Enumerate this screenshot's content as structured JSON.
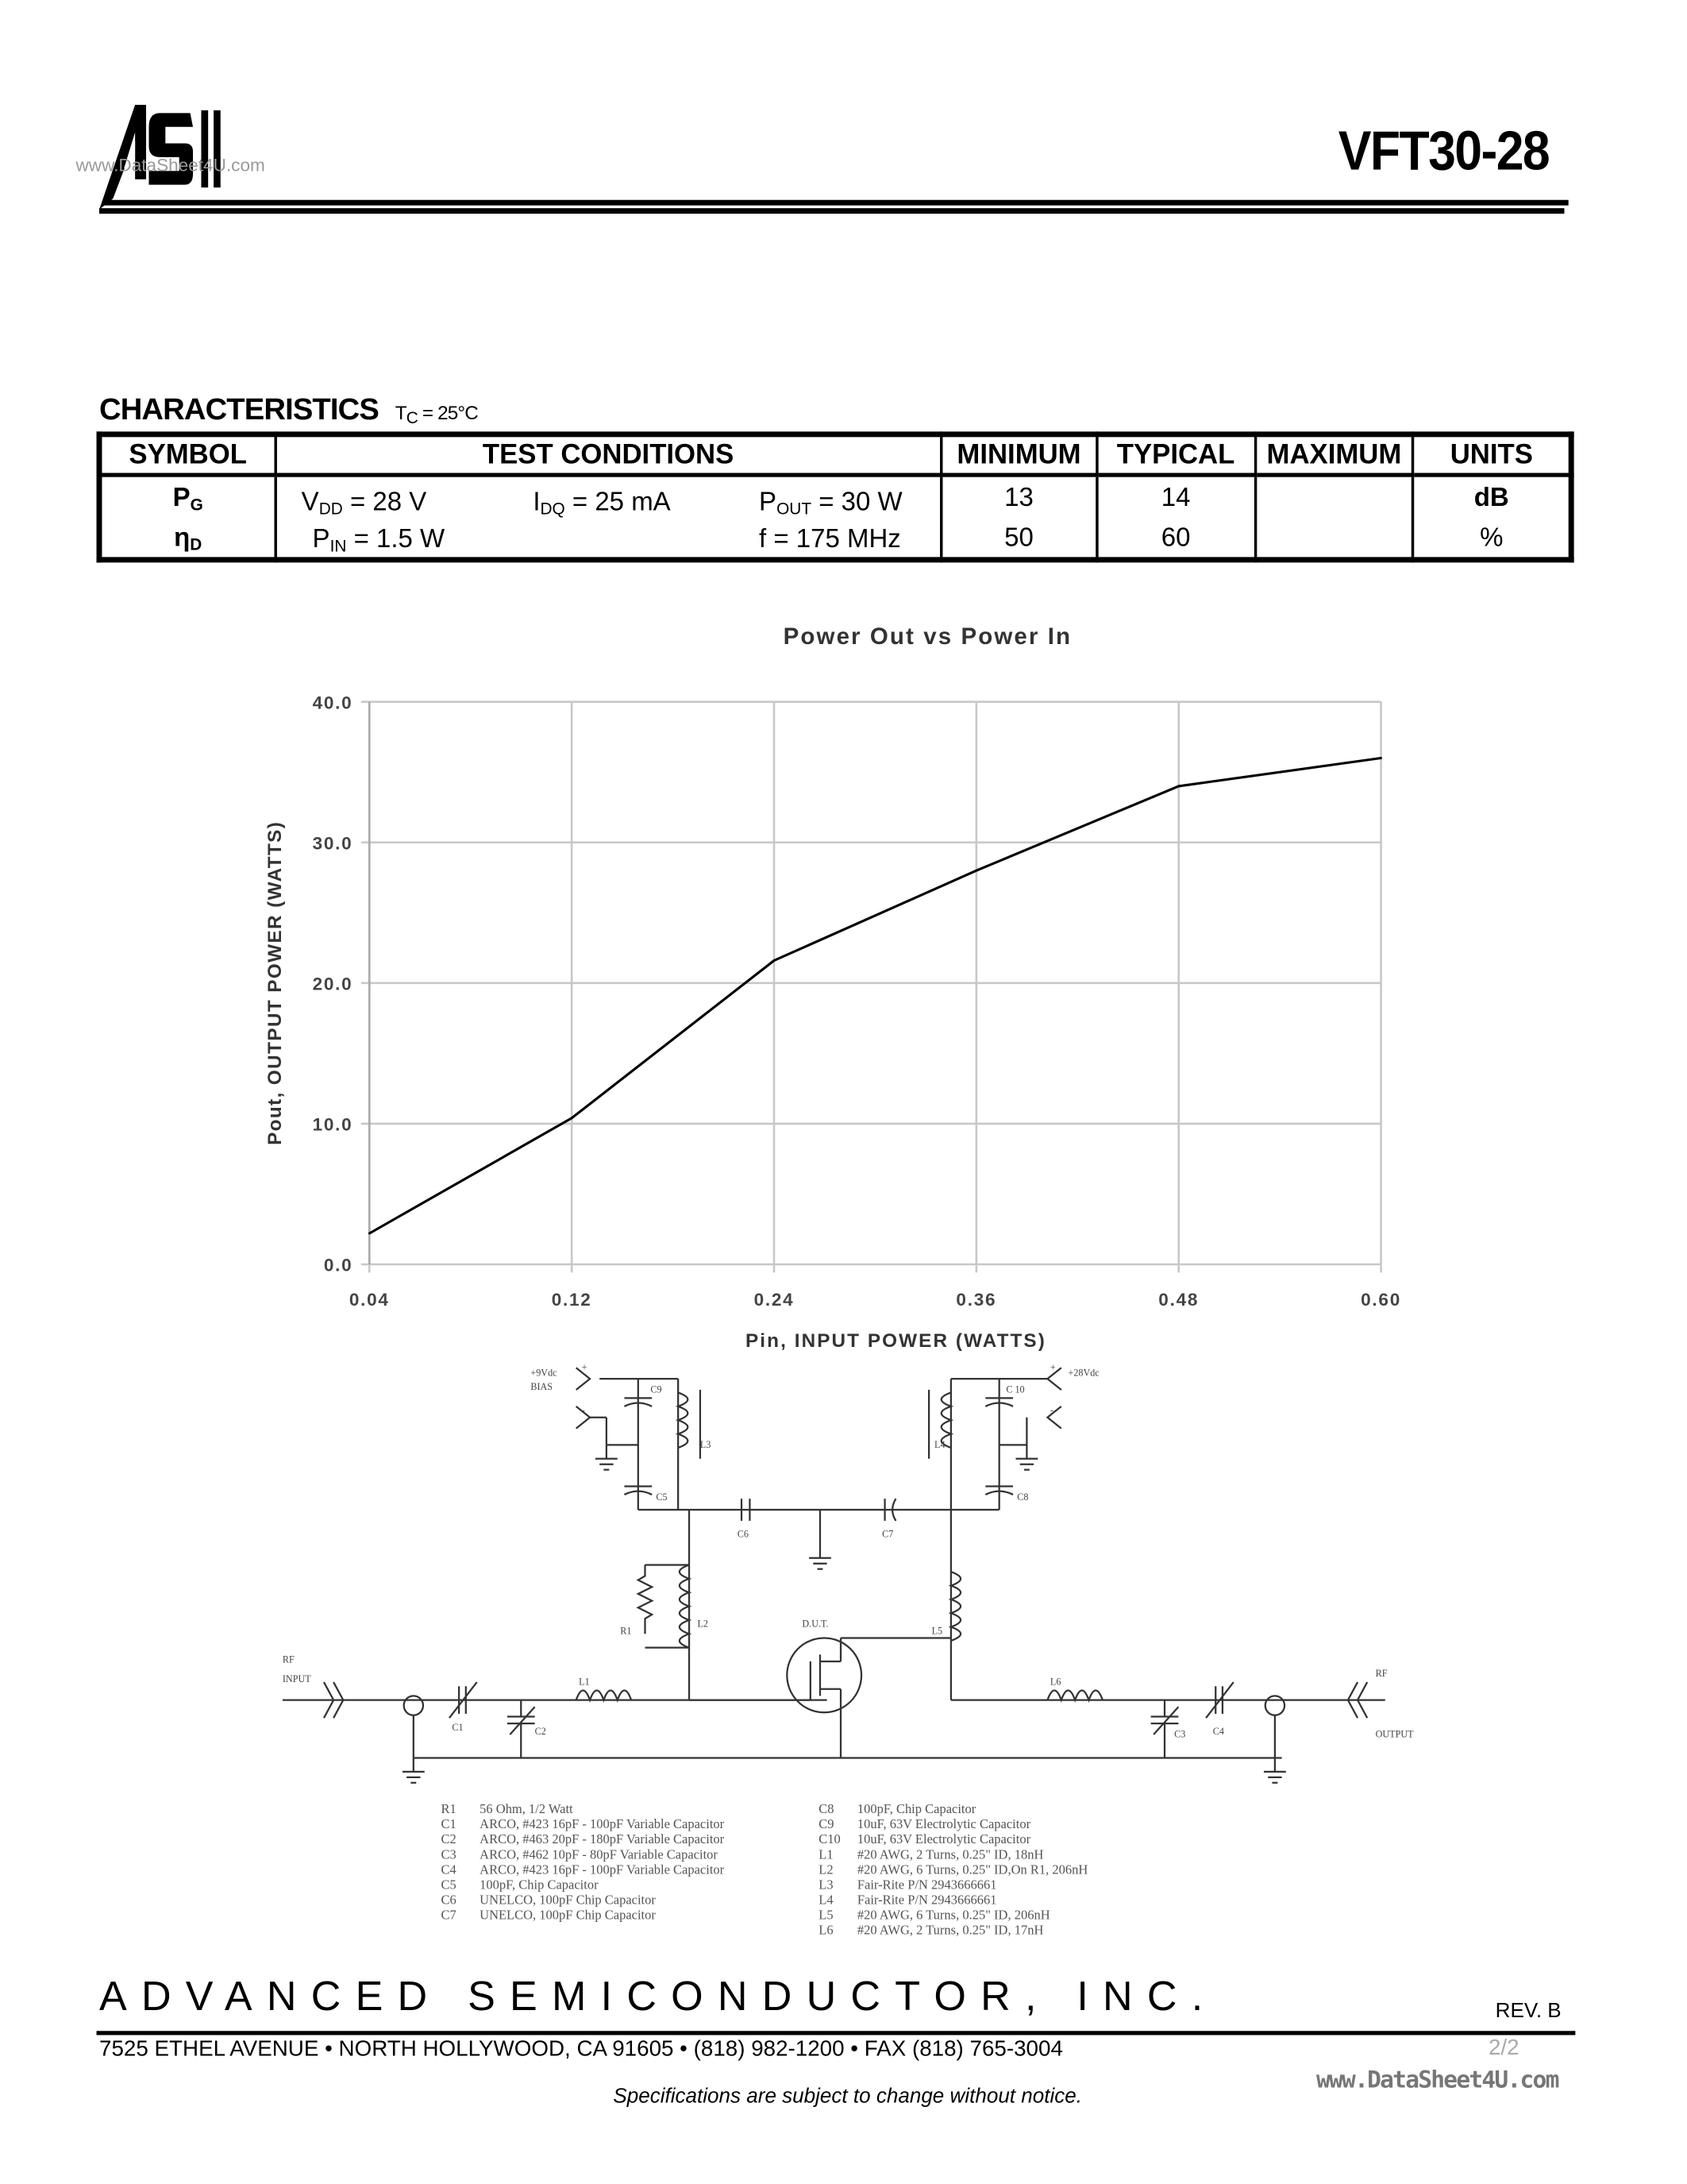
{
  "header": {
    "logo_text": "ASI",
    "watermark": "www.DataSheet4U.com",
    "part_number": "VFT30-28"
  },
  "characteristics": {
    "title": "CHARACTERISTICS",
    "condition": "T",
    "condition_sub": "C",
    "condition_rest": " = 25°C",
    "columns": [
      "SYMBOL",
      "TEST CONDITIONS",
      "MINIMUM",
      "TYPICAL",
      "MAXIMUM",
      "UNITS"
    ],
    "rows": [
      {
        "symbol": "P",
        "symbol_sub": "G",
        "conditions": [
          {
            "main": "V",
            "sub": "DD",
            "rest": " = 28 V"
          },
          {
            "main": "I",
            "sub": "DQ",
            "rest": " = 25 mA"
          },
          {
            "main": "P",
            "sub": "OUT",
            "rest": " = 30 W"
          }
        ],
        "min": "13",
        "typ": "14",
        "max": "",
        "units": "dB"
      },
      {
        "symbol": "η",
        "symbol_sub": "D",
        "conditions": [
          {
            "main": "P",
            "sub": "IN",
            "rest": " = 1.5 W"
          },
          {
            "main": "",
            "sub": "",
            "rest": ""
          },
          {
            "main": "f = 175 MHz",
            "sub": "",
            "rest": ""
          }
        ],
        "min": "50",
        "typ": "60",
        "max": "",
        "units": "%"
      }
    ]
  },
  "chart_data": {
    "type": "line",
    "title": "Power Out vs Power In",
    "xlabel": "Pin, INPUT POWER (WATTS)",
    "ylabel": "Pout, OUTPUT POWER (WATTS)",
    "categories": [
      "0.04",
      "0.12",
      "0.24",
      "0.36",
      "0.48",
      "0.60"
    ],
    "values": [
      2.2,
      10.4,
      21.6,
      28.0,
      34.0,
      36.0
    ],
    "y_ticks": [
      "0.0",
      "10.0",
      "20.0",
      "30.0",
      "40.0"
    ],
    "ylim": [
      0,
      40
    ],
    "grid": true,
    "line_color": "#000000",
    "grid_color": "#c8c8c8"
  },
  "schematic": {
    "bias_label": "+9Vdc",
    "bias_label2": "BIAS",
    "supply_label": "+28Vdc",
    "rf_in": "RF",
    "rf_in2": "INPUT",
    "rf_out": "RF",
    "rf_out2": "OUTPUT",
    "dut": "D.U.T.",
    "plus": "+",
    "minus": "-",
    "refs": {
      "C1": "C1",
      "C2": "C2",
      "C3": "C3",
      "C4": "C4",
      "C5": "C5",
      "C6": "C6",
      "C7": "C7",
      "C8": "C8",
      "C9": "C9",
      "C10": "C 10",
      "L1": "L1",
      "L2": "L2",
      "L3": "L3",
      "L4": "L4",
      "L5": "L5",
      "L6": "L6",
      "R1": "R1"
    }
  },
  "parts_list": {
    "left": [
      {
        "ref": "R1",
        "desc": "56 Ohm, 1/2 Watt"
      },
      {
        "ref": "C1",
        "desc": "ARCO, #423 16pF - 100pF Variable Capacitor"
      },
      {
        "ref": "C2",
        "desc": "ARCO, #463 20pF - 180pF Variable Capacitor"
      },
      {
        "ref": "C3",
        "desc": "ARCO, #462 10pF - 80pF Variable Capacitor"
      },
      {
        "ref": "C4",
        "desc": "ARCO, #423 16pF - 100pF Variable Capacitor"
      },
      {
        "ref": "C5",
        "desc": "100pF, Chip Capacitor"
      },
      {
        "ref": "C6",
        "desc": "UNELCO, 100pF Chip Capacitor"
      },
      {
        "ref": "C7",
        "desc": "UNELCO, 100pF Chip Capacitor"
      }
    ],
    "right": [
      {
        "ref": "C8",
        "desc": "100pF, Chip Capacitor"
      },
      {
        "ref": "C9",
        "desc": "10uF, 63V Electrolytic Capacitor"
      },
      {
        "ref": "C10",
        "desc": "10uF, 63V Electrolytic Capacitor"
      },
      {
        "ref": "L1",
        "desc": "#20 AWG, 2 Turns, 0.25\" ID, 18nH"
      },
      {
        "ref": "L2",
        "desc": "#20 AWG, 6 Turns, 0.25\" ID,On R1, 206nH"
      },
      {
        "ref": "L3",
        "desc": "Fair-Rite P/N 2943666661"
      },
      {
        "ref": "L4",
        "desc": "Fair-Rite P/N 2943666661"
      },
      {
        "ref": "L5",
        "desc": "#20 AWG, 6 Turns, 0.25\" ID, 206nH"
      },
      {
        "ref": "L6",
        "desc": "#20 AWG, 2 Turns, 0.25\" ID, 17nH"
      }
    ]
  },
  "footer": {
    "company": "ADVANCED SEMICONDUCTOR, INC.",
    "revision": "REV. B",
    "address": "7525 ETHEL AVENUE • NORTH HOLLYWOOD, CA 91605 • (818) 982-1200  • FAX (818) 765-3004",
    "page": "2/2",
    "watermark": "www.DataSheet4U.com",
    "notice": "Specifications are subject to change without notice."
  }
}
